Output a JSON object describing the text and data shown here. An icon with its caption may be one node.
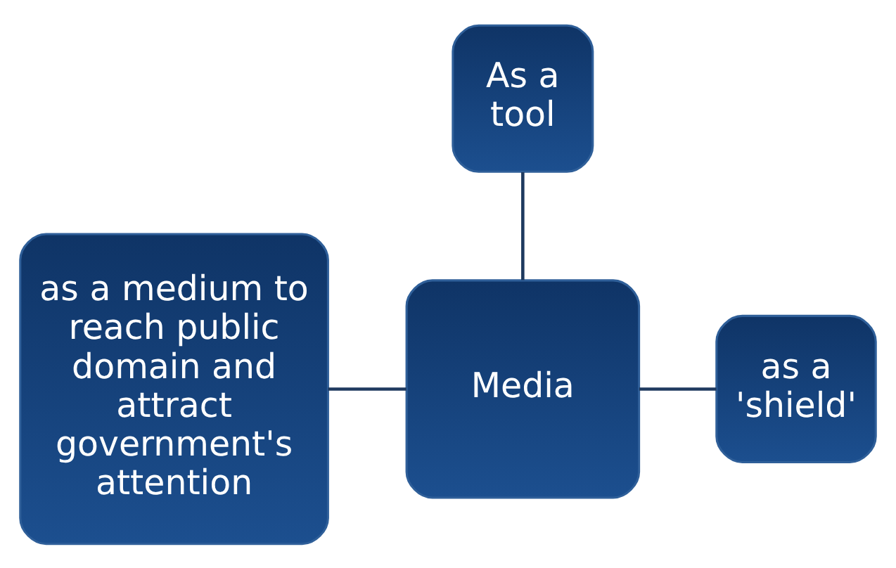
{
  "diagram": {
    "nodes": [
      {
        "text": [
          "As a tool"
        ]
      },
      {
        "text": [
          "as a medium to reach public domain and attract government's attention"
        ]
      },
      {
        "text": [
          "Media"
        ]
      },
      {
        "text": [
          "as a 'shield'"
        ]
      }
    ],
    "edges": [
      {
        "from": 0,
        "to": 2,
        "arrow": "none"
      },
      {
        "from": 1,
        "to": 2,
        "arrow": "none"
      },
      {
        "from": 2,
        "to": 3,
        "arrow": "none"
      }
    ]
  }
}
